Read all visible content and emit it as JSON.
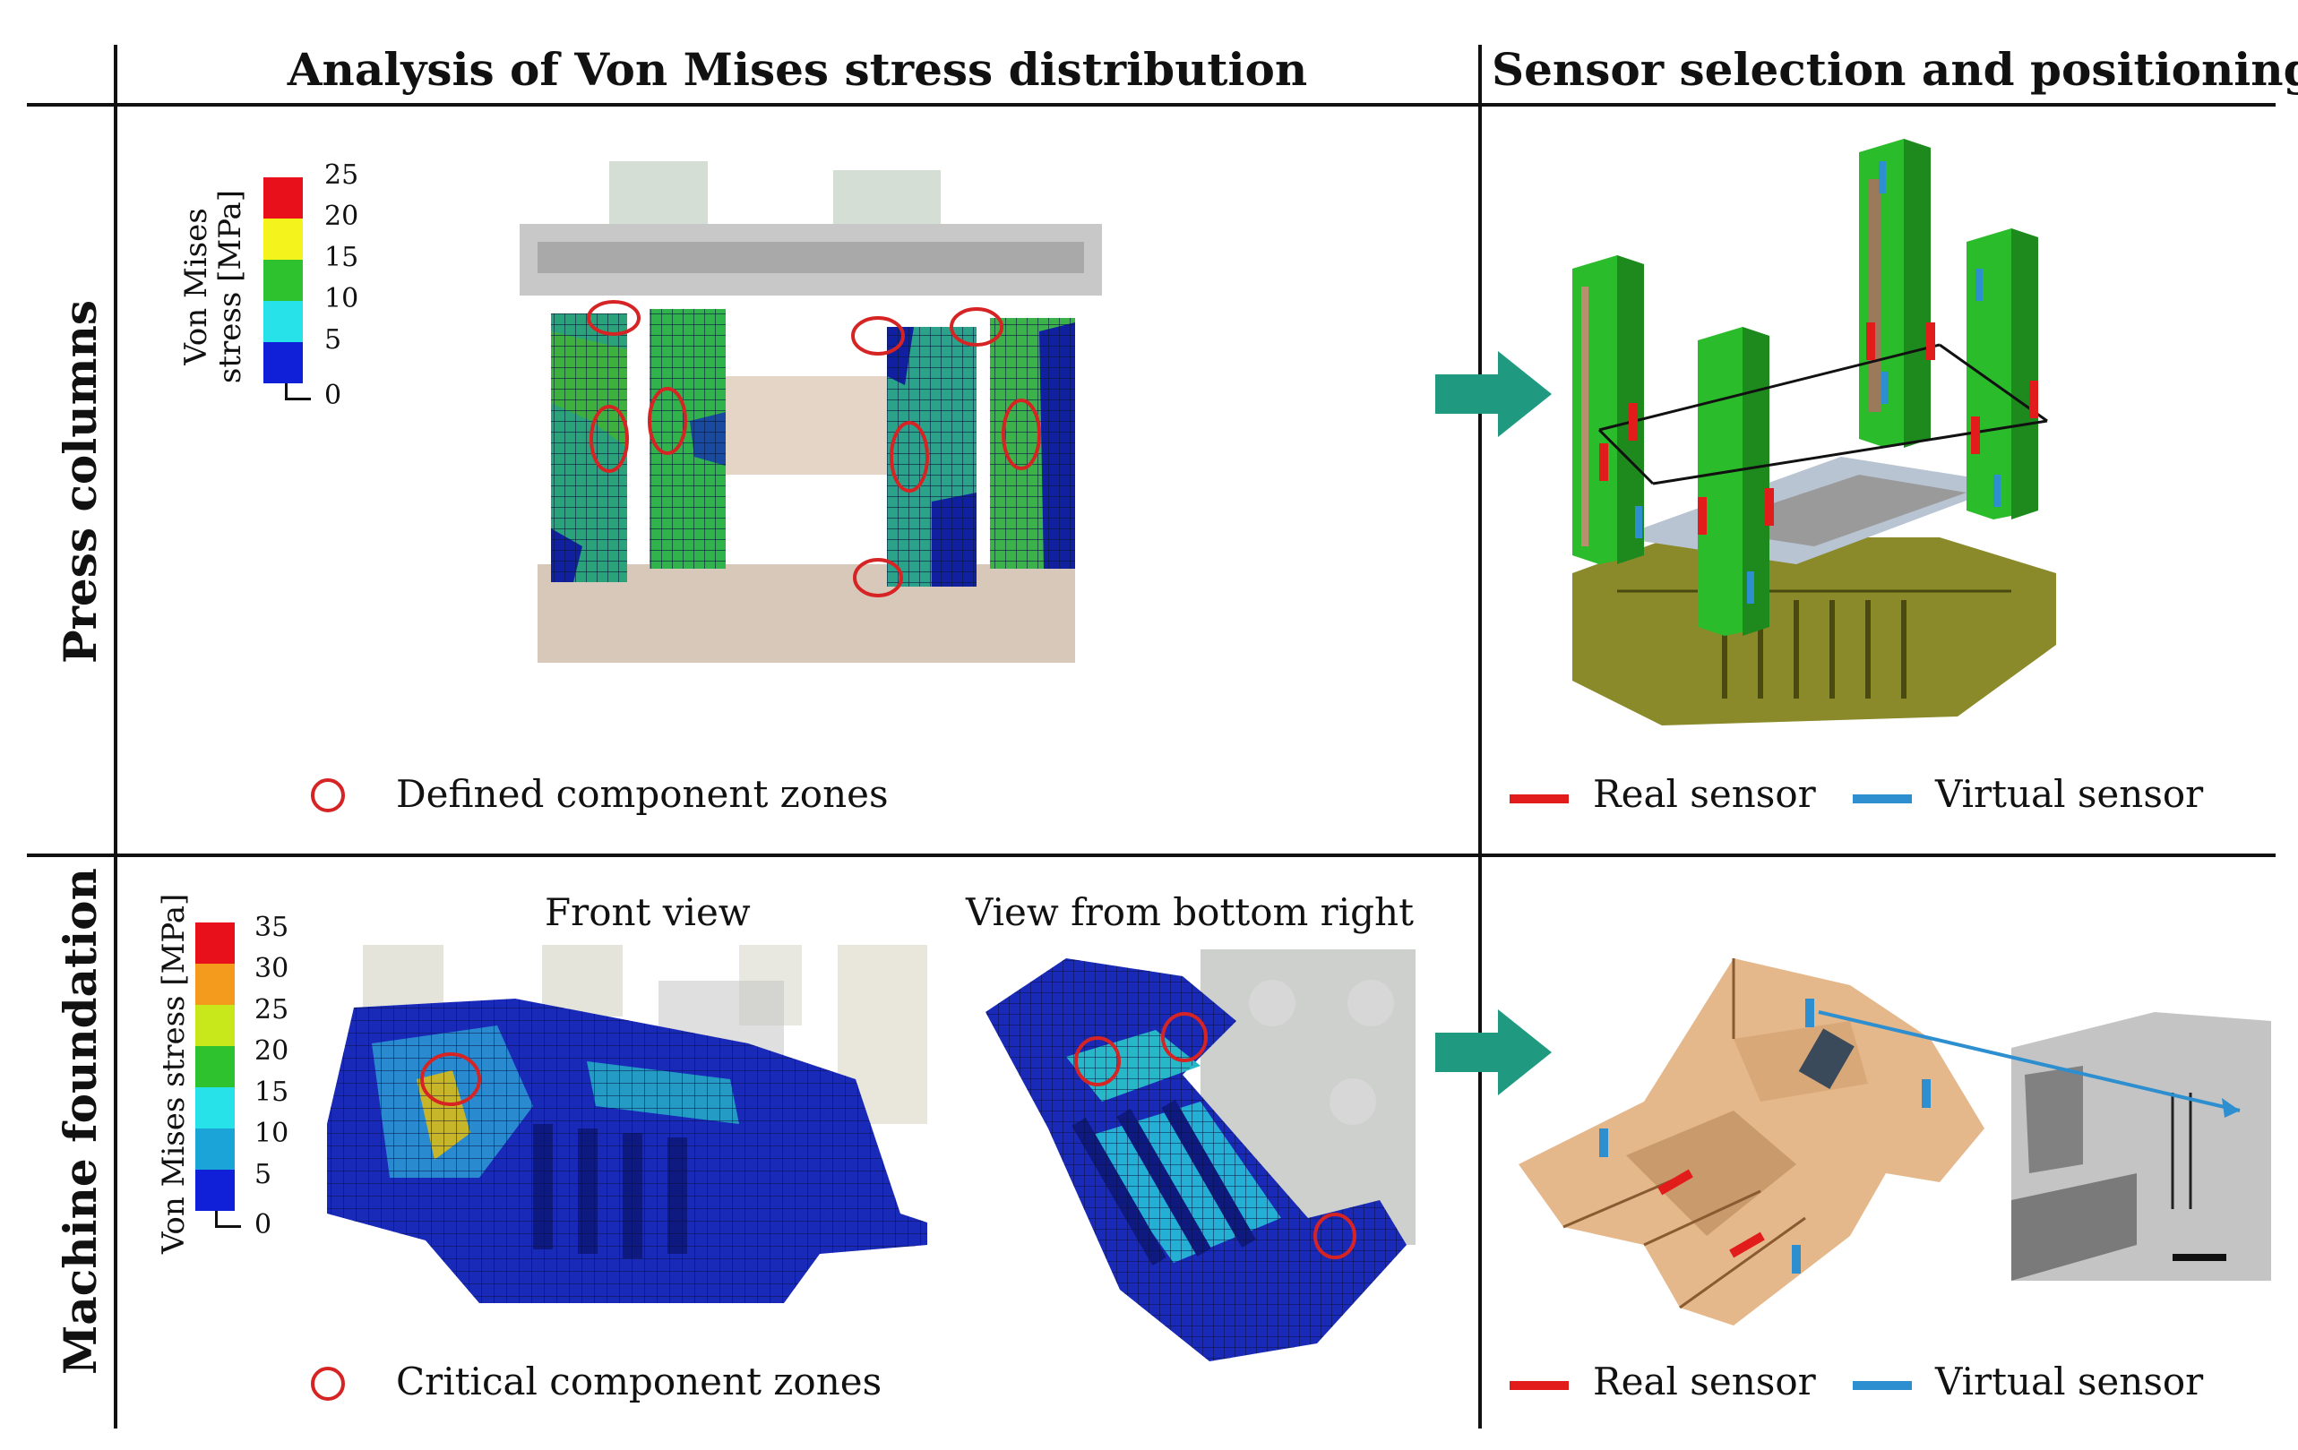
{
  "headers": {
    "col_left": "Analysis of Von Mises stress distribution",
    "col_right": "Sensor selection and positioning",
    "row_top": "Press columns",
    "row_bottom": "Machine foundation"
  },
  "press_columns": {
    "scale": {
      "title_line1": "Von Mises",
      "title_line2": "stress [MPa]",
      "ticks": [
        "25",
        "20",
        "15",
        "10",
        "5",
        "0"
      ],
      "colors": [
        "#e8101a",
        "#f4f41c",
        "#2ec22e",
        "#27e2e8",
        "#1020d8"
      ]
    },
    "legend_label": "Defined component zones",
    "sensor_legend": {
      "real": "Real sensor",
      "virtual": "Virtual sensor"
    }
  },
  "machine_foundation": {
    "scale": {
      "title": "Von Mises stress [MPa]",
      "ticks": [
        "35",
        "30",
        "25",
        "20",
        "15",
        "10",
        "5",
        "0"
      ],
      "colors": [
        "#e8101a",
        "#f49a1c",
        "#c8e81c",
        "#2ec22e",
        "#27e2e8",
        "#1aa4d8",
        "#1020d8"
      ]
    },
    "view_front": "Front view",
    "view_bottom_right": "View from bottom right",
    "legend_label": "Critical component zones",
    "sensor_legend": {
      "real": "Real sensor",
      "virtual": "Virtual sensor"
    }
  },
  "colors": {
    "real_sensor": "#e21b1b",
    "virtual_sensor": "#2e8fd0",
    "arrow": "#1f9a80",
    "zone_circle": "#d62424"
  }
}
